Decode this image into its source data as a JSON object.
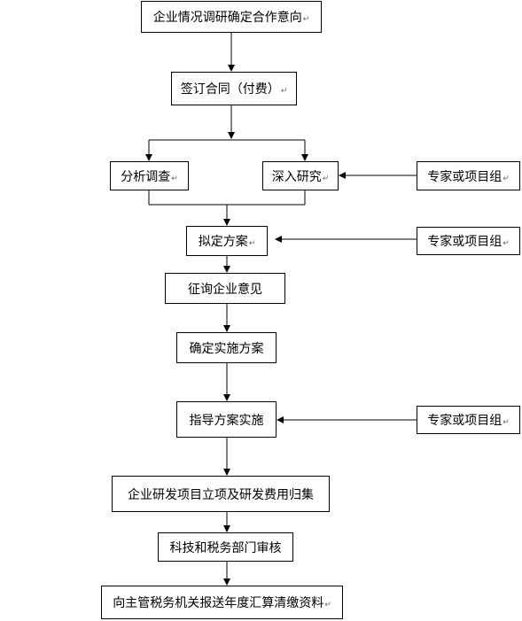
{
  "steps": {
    "s1": "企业情况调研确定合作意向",
    "s2": "签订合同（付费）",
    "s3a": "分析调查",
    "s3b": "深入研究",
    "s4": "拟定方案",
    "s5": "征询企业意见",
    "s6": "确定实施方案",
    "s7": "指导方案实施",
    "s8": "企业研发项目立项及研发费用归集",
    "s9": "科技和税务部门审核",
    "s10": "向主管税务机关报送年度汇算清缴资料"
  },
  "experts": {
    "e1": "专家或项目组",
    "e2": "专家或项目组",
    "e3": "专家或项目组"
  },
  "paragraph_mark": "↵"
}
